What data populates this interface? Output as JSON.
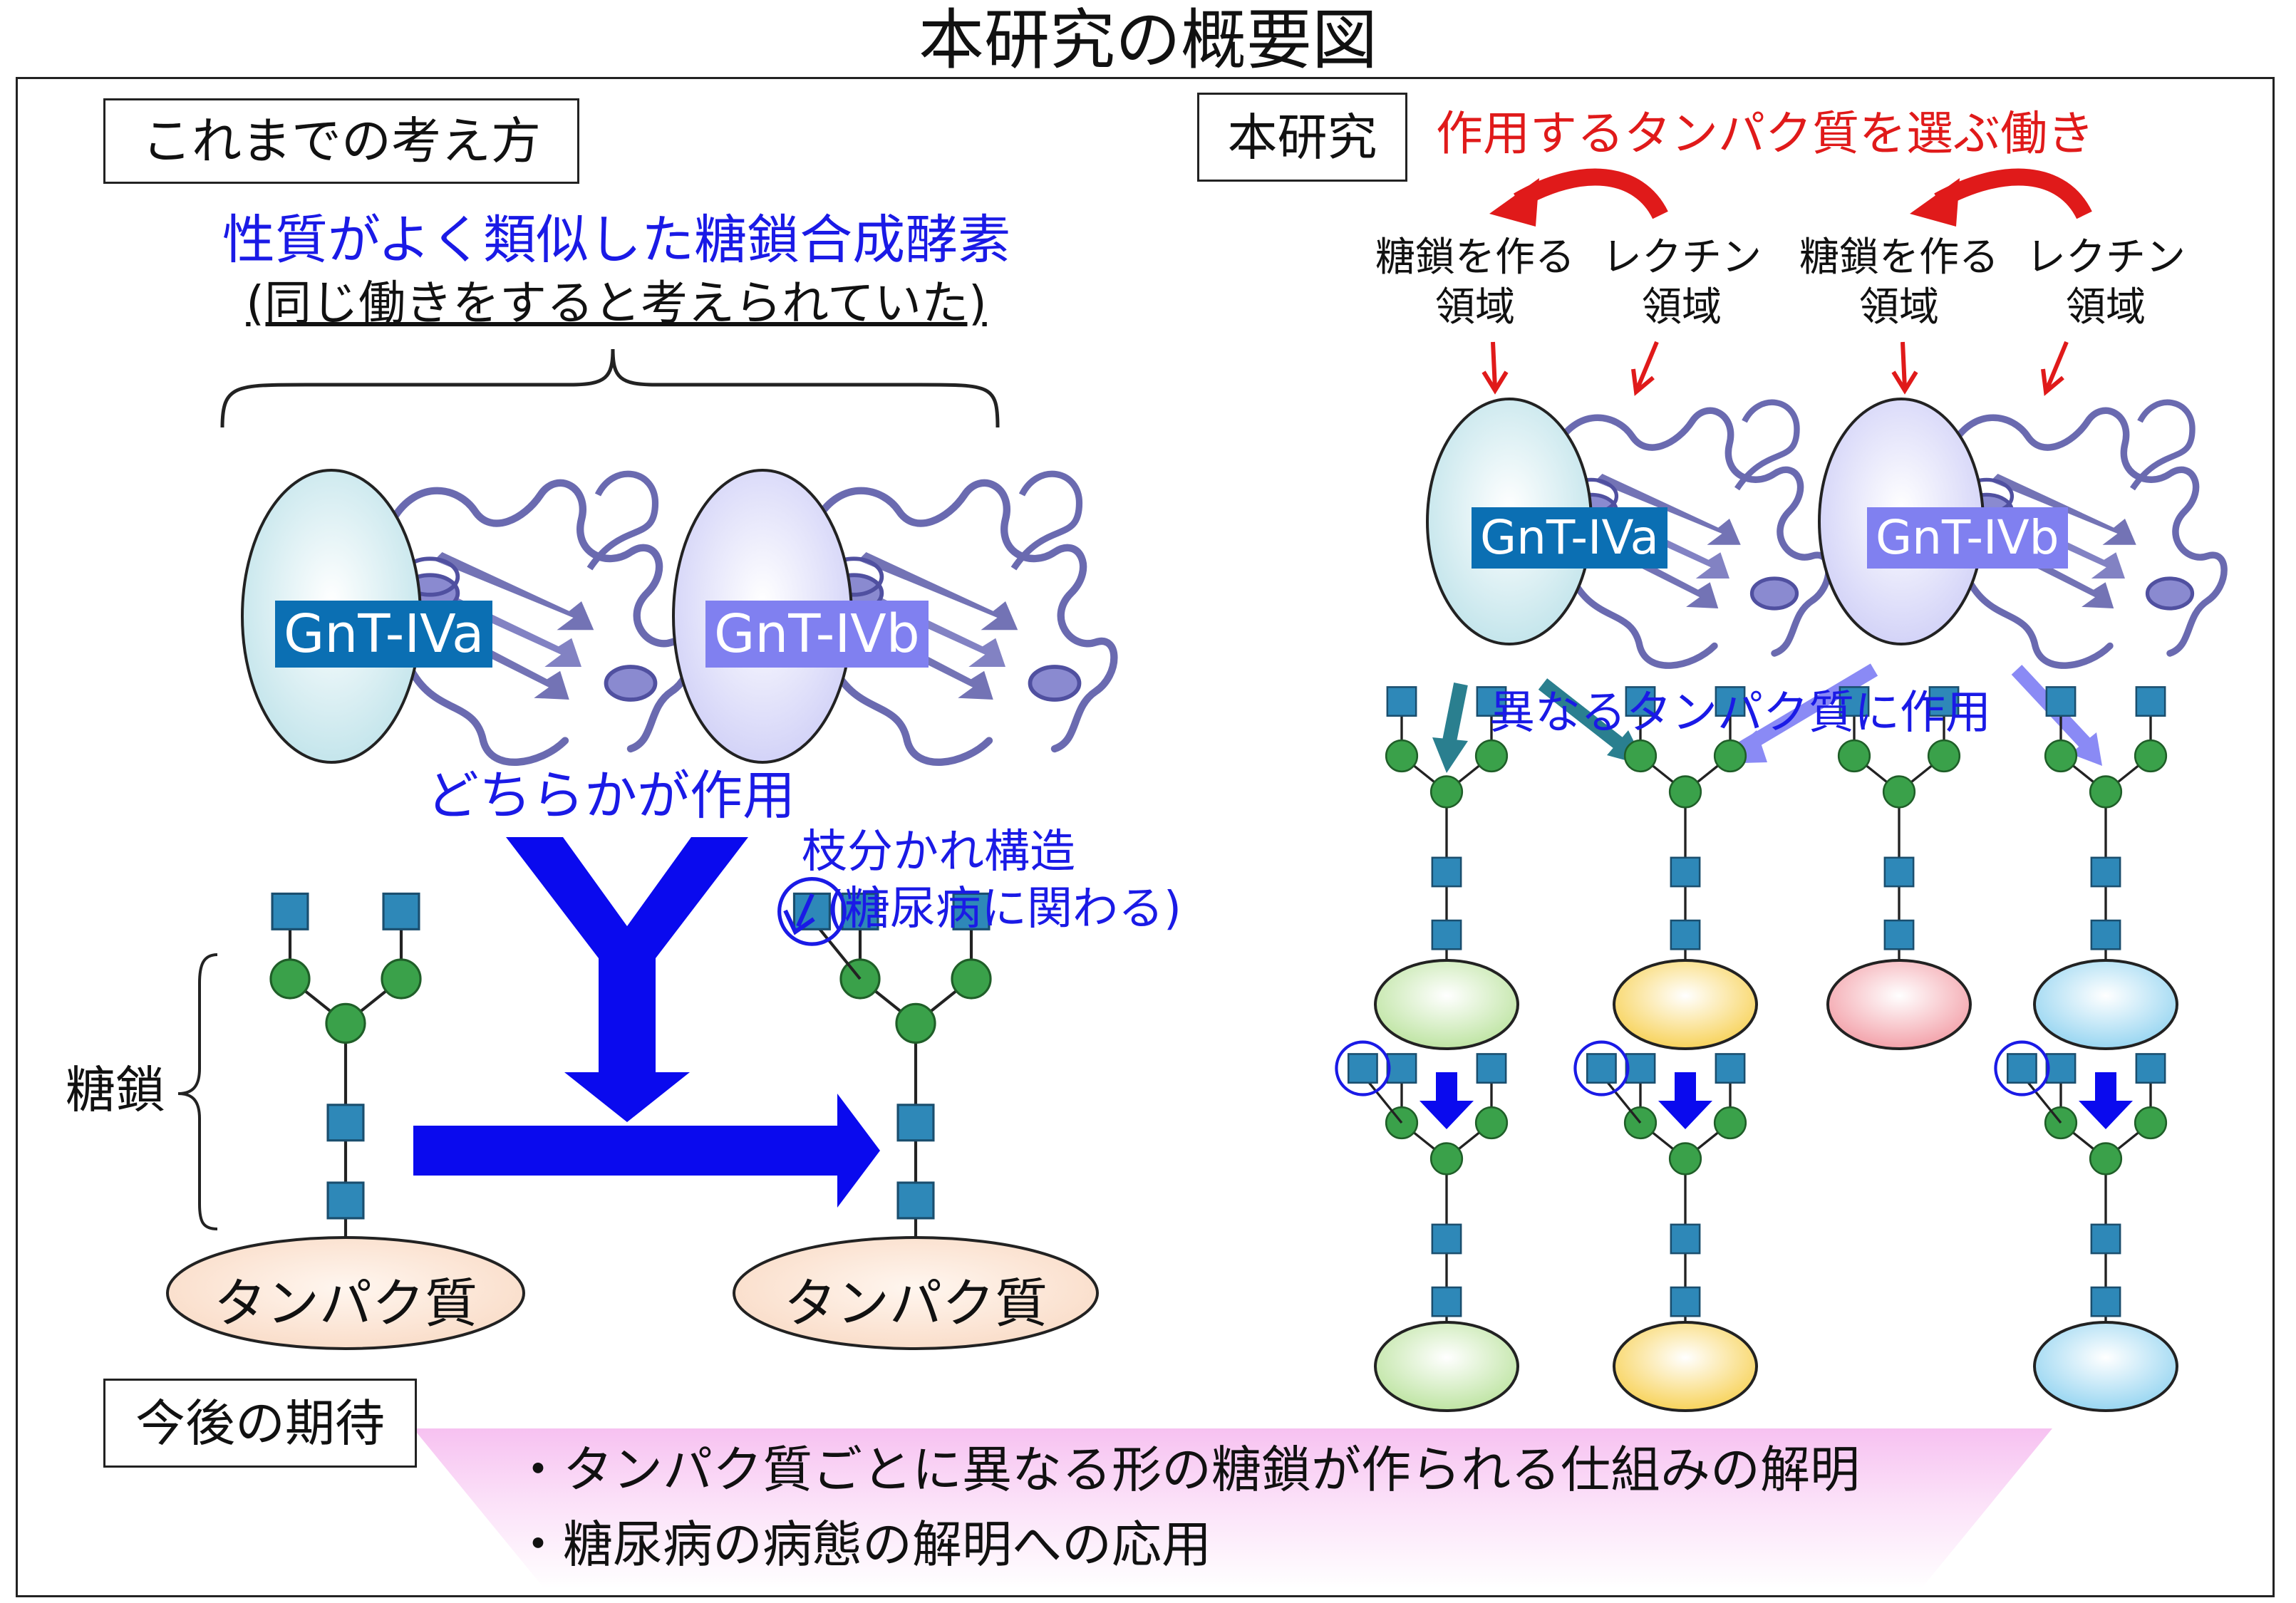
{
  "title": "本研究の概要図",
  "previous": {
    "heading": "これまでの考え方",
    "enzymes_title": "性質がよく類似した糖鎖合成酵素",
    "enzymes_note": "(同じ働きをすると考えられていた)",
    "enzyme_a": "GnT-IVa",
    "enzyme_b": "GnT-IVb",
    "either_acts": "どちらかが作用",
    "branch_title": "枝分かれ構造",
    "branch_note": "(糖尿病に関わる)",
    "glycan_label": "糖鎖",
    "protein_left": "タンパク質",
    "protein_right": "タンパク質"
  },
  "current": {
    "heading": "本研究",
    "selection_title": "作用するタンパク質を選ぶ働き",
    "domain_a_glycan_line1": "糖鎖を作る",
    "domain_a_glycan_line2": "領域",
    "domain_a_lectin_line1": "レクチン",
    "domain_a_lectin_line2": "領域",
    "domain_b_glycan_line1": "糖鎖を作る",
    "domain_b_glycan_line2": "領域",
    "domain_b_lectin_line1": "レクチン",
    "domain_b_lectin_line2": "領域",
    "enzyme_a": "GnT-IVa",
    "enzyme_b": "GnT-IVb",
    "different_proteins": "異なるタンパク質に作用"
  },
  "future": {
    "heading": "今後の期待",
    "bullets": [
      "・タンパク質ごとに異なる形の糖鎖が作られる仕組みの解明",
      "・糖尿病の病態の解明への応用"
    ]
  },
  "colors": {
    "enzyme_a": "#0b6fb3",
    "enzyme_b": "#8080f0",
    "text_blue": "#1a1ae6",
    "text_red": "#e01a1a",
    "glcnac_square": "#2e88b8",
    "mannose_circle": "#3aa14a",
    "protein_peach": "#fbe3d3",
    "protein_green": "#d4efc0",
    "protein_yellow": "#fce39a",
    "protein_pink": "#f7c4c8",
    "protein_cyan": "#bfe6f6"
  },
  "icons": [
    "protein-ribbon-icon",
    "ellipse-domain-icon",
    "glycan-tree-icon",
    "arrow-icon"
  ]
}
